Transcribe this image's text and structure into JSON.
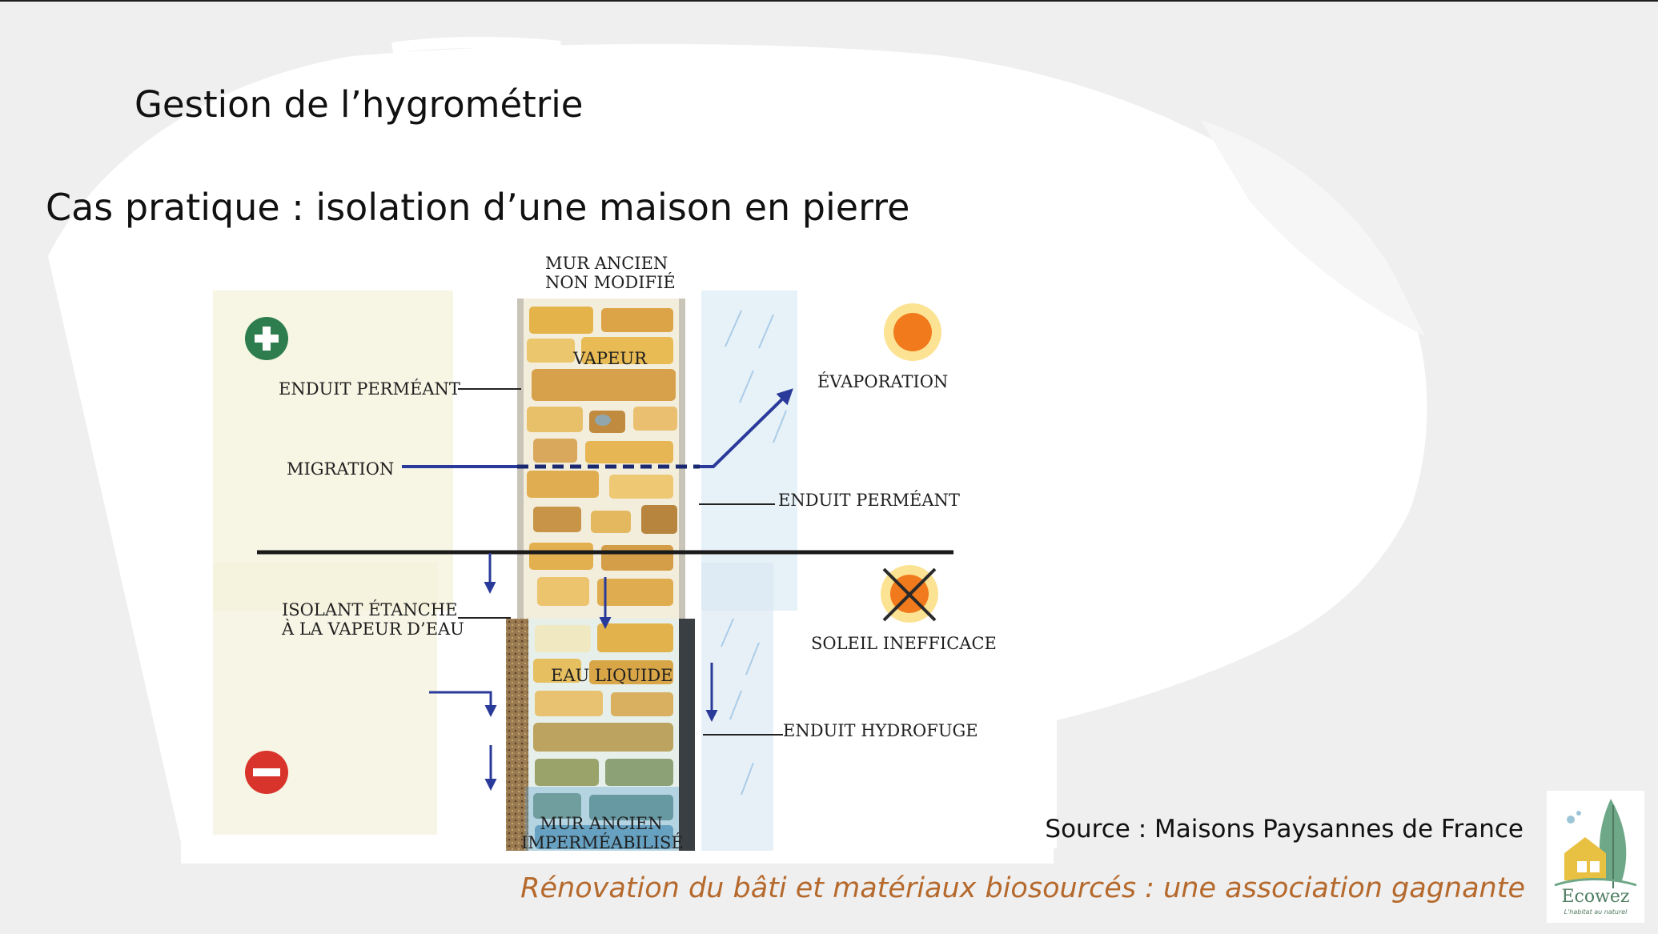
{
  "slide": {
    "heading": "Gestion de l’hygrométrie",
    "subtitle": "Cas pratique : isolation d’une maison en pierre",
    "source": "Source : Maisons Paysannes de France",
    "tagline": "Rénovation du bâti et matériaux biosourcés : une association gagnante"
  },
  "diagram": {
    "top_wall": {
      "title_line1": "MUR ANCIEN",
      "title_line2": "NON MODIFIÉ",
      "vapeur": "VAPEUR",
      "enduit_left": "ENDUIT PERMÉANT",
      "migration": "MIGRATION",
      "evaporation": "ÉVAPORATION",
      "enduit_right": "ENDUIT PERMÉANT",
      "indicator_icon": "plus-circle-icon"
    },
    "bottom_wall": {
      "title_line1": "MUR ANCIEN",
      "title_line2": "IMPERMÉABILISÉ",
      "isolant_line1": "ISOLANT ÉTANCHE",
      "isolant_line2": "À LA VAPEUR D’EAU",
      "eau_liquide": "EAU LIQUIDE",
      "soleil": "SOLEIL INEFFICACE",
      "enduit_hydrofuge": "ENDUIT HYDROFUGE",
      "indicator_icon": "minus-circle-icon"
    }
  },
  "logo": {
    "name": "Ecowez",
    "tagline": "L'habitat au naturel"
  },
  "colors": {
    "arrow_blue": "#2a3a9a",
    "plus_green": "#2e7d4f",
    "minus_red": "#d9342b",
    "stone_yellow": "#e2b24c",
    "tagline_orange": "#b5692c",
    "sun_orange": "#f07a1c"
  }
}
